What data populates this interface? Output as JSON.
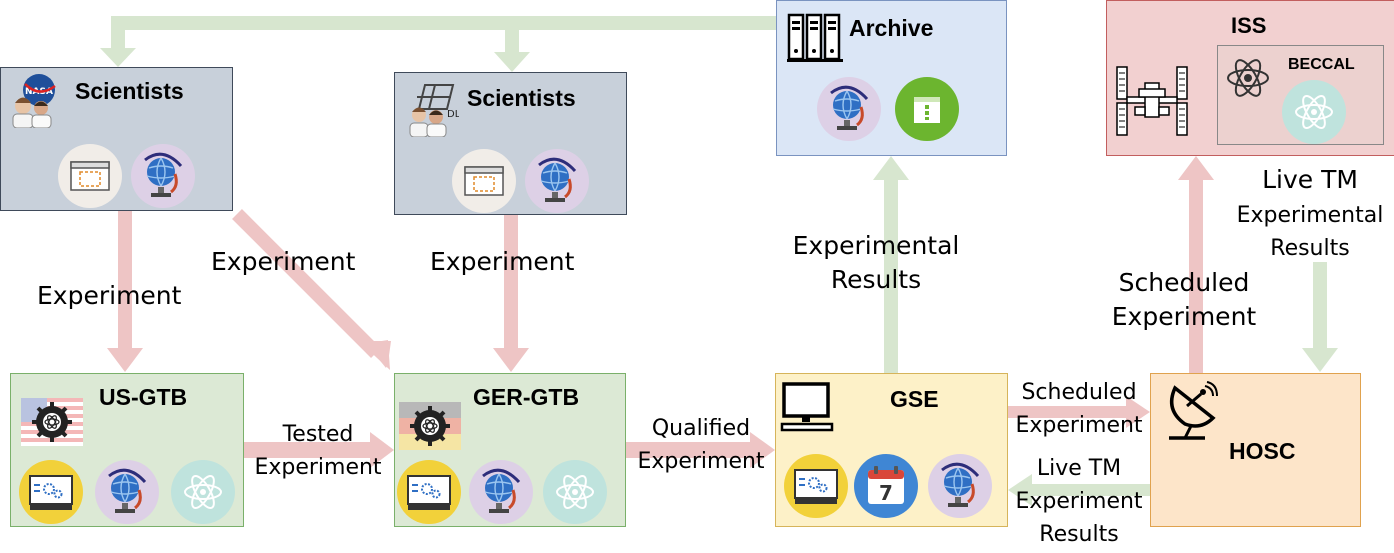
{
  "nodes": {
    "scientists_nasa": "Scientists",
    "scientists_dlr": "Scientists",
    "archive": "Archive",
    "iss": "ISS",
    "beccal": "BECCAL",
    "us_gtb": "US-GTB",
    "ger_gtb": "GER-GTB",
    "gse": "GSE",
    "hosc": "HOSC"
  },
  "logos": {
    "nasa": "NASA",
    "dlr": "DLR",
    "calendar_day": "7"
  },
  "edges": {
    "exp_nasa_to_us": "Experiment",
    "exp_nasa_to_ger": "Experiment",
    "exp_dlr_to_ger": "Experiment",
    "tested_line1": "Tested",
    "tested_line2": "Experiment",
    "qualified_line1": "Qualified",
    "qualified_line2": "Experiment",
    "results_line1": "Experimental",
    "results_line2": "Results",
    "sched_gse_line1": "Scheduled",
    "sched_gse_line2": "Experiment",
    "live_gse_line1": "Live TM",
    "live_gse_line2": "Experiment",
    "live_gse_line3": "Results",
    "sched_hosc_line1": "Scheduled",
    "sched_hosc_line2": "Experiment",
    "live_iss_line1": "Live TM",
    "live_iss_line2": "Experimental",
    "live_iss_line3": "Results"
  },
  "colors": {
    "red_arrow": "#eec5c5",
    "green_arrow": "#d7e6cf",
    "scientists_fill": "#c8d0da",
    "archive_fill": "#dbe6f6",
    "iss_fill": "#f2d0d0",
    "gtb_fill": "#dce9d5",
    "gse_fill": "#fdf1c8",
    "hosc_fill": "#fde5c9"
  }
}
